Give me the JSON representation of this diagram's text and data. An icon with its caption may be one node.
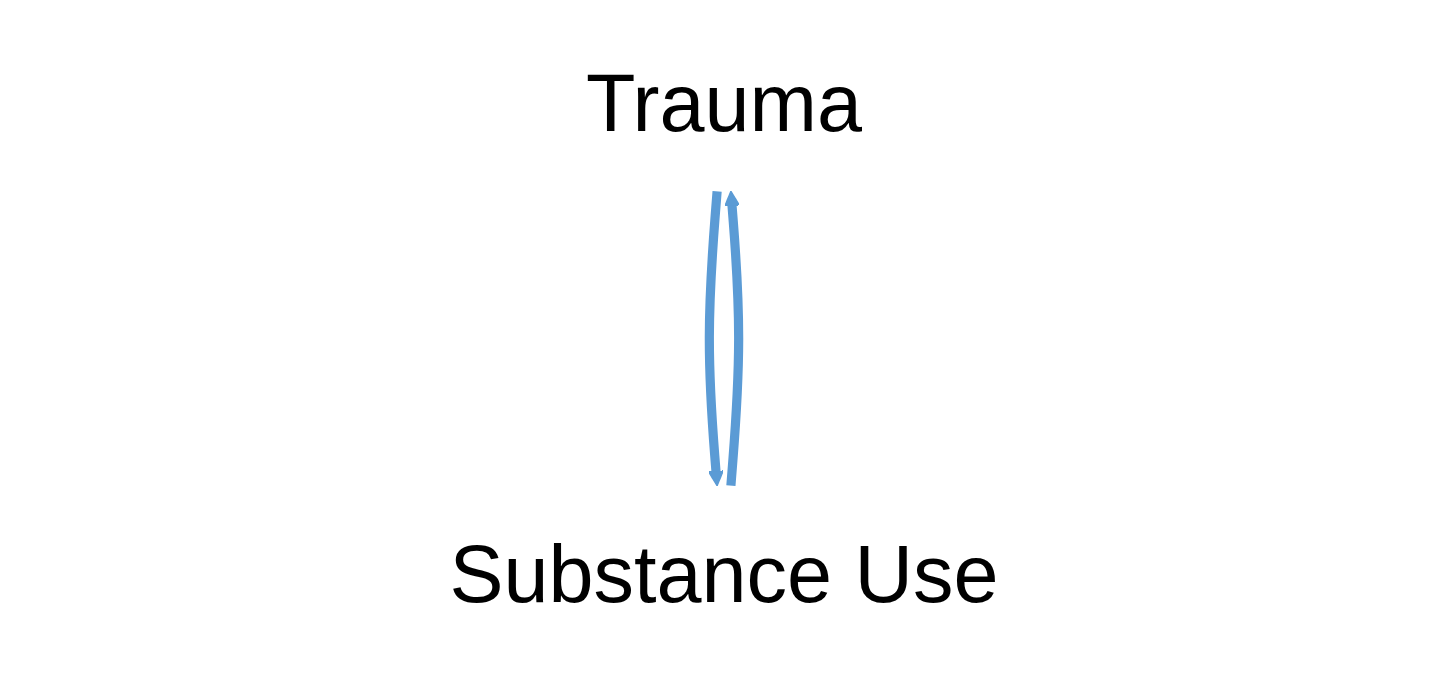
{
  "diagram": {
    "nodes": [
      {
        "text": [
          "Trauma"
        ]
      },
      {
        "text": [
          "Substance Use"
        ]
      }
    ],
    "edges": [
      {
        "from": 0,
        "to": 1,
        "arrow": "to"
      },
      {
        "from": 1,
        "to": 0,
        "arrow": "to"
      }
    ]
  }
}
